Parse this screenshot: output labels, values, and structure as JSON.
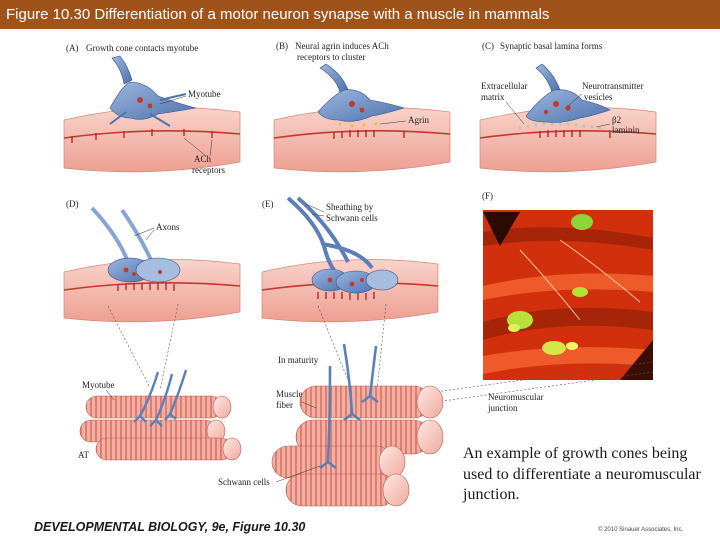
{
  "title": "Figure 10.30 Differentiation of a motor neuron synapse with a muscle in mammals",
  "panels": {
    "a": {
      "letter": "(A)",
      "heading": "Growth cone contacts myotube",
      "myotube": "Myotube",
      "ach_1": "ACh",
      "ach_2": "receptors"
    },
    "b": {
      "letter": "(B)",
      "heading_1": "Neural agrin induces ACh",
      "heading_2": "receptors to cluster",
      "agrin": "Agrin"
    },
    "c": {
      "letter": "(C)",
      "heading": "Synaptic basal lamina forms",
      "ecm_1": "Extracellular",
      "ecm_2": "matrix",
      "nt_1": "Neurotransmitter",
      "nt_2": "vesicles",
      "beta_1": "β2",
      "beta_2": "laminin"
    },
    "d": {
      "letter": "(D)",
      "axons": "Axons"
    },
    "e": {
      "letter": "(E)",
      "sheath_1": "Sheathing by",
      "sheath_2": "Schwann cells"
    },
    "f": {
      "letter": "(F)"
    },
    "bottom": {
      "maturity": "In maturity",
      "myotube": "Myotube",
      "muscle_1": "Muscle",
      "muscle_2": "fiber",
      "at": "AT",
      "schwann": "Schwann cells",
      "nmj_1": "Neuromuscular",
      "nmj_2": "junction"
    }
  },
  "caption": "An example of growth cones being used to differentiate a neuromuscular junction.",
  "footer": {
    "book": "DEVELOPMENTAL BIOLOGY, 9e, Figure 10.30",
    "copyright": "© 2010 Sinauer Associates, Inc."
  },
  "colors": {
    "title_bar": "#a0521b",
    "muscle": "#f3b9ae",
    "neuron": "#6f93c6",
    "receptor": "#c0392b",
    "micrograph": "#d2300c"
  }
}
